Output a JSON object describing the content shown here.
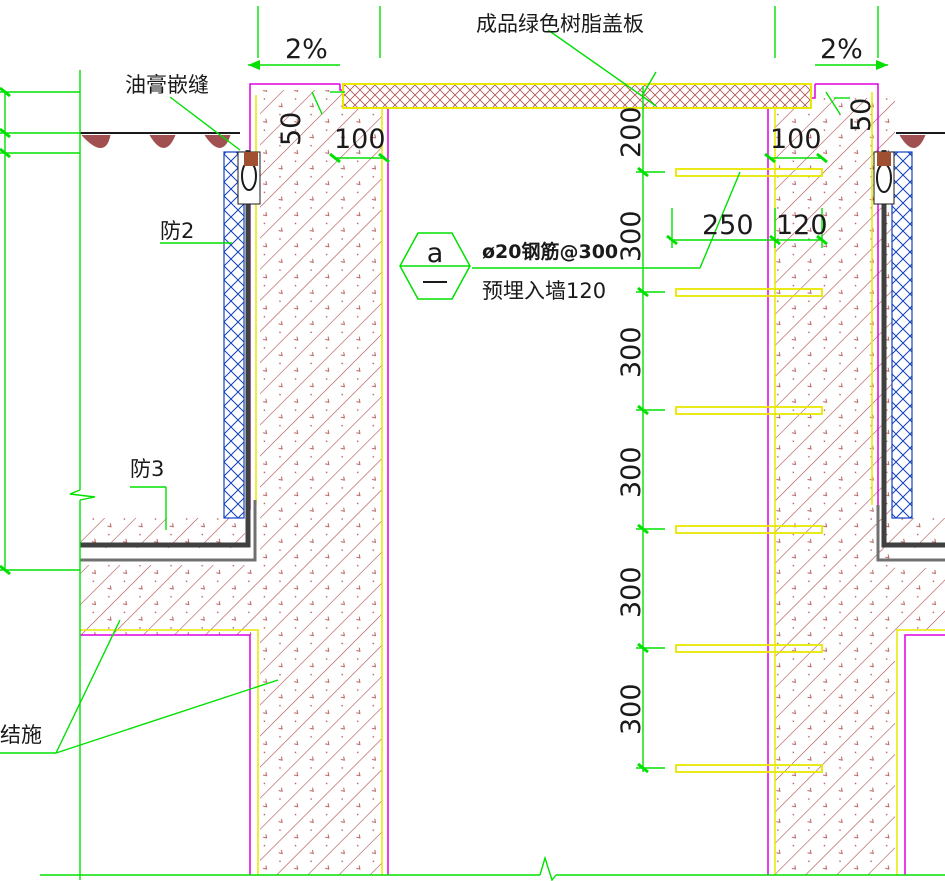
{
  "labels": {
    "cover_plate": "成品绿色树脂盖板",
    "sealant": "油膏嵌缝",
    "waterproof_2": "防2",
    "waterproof_3": "防3",
    "structure": "结施",
    "rebar_spec": "ø20钢筋@300",
    "embed_spec": "预埋入墙120",
    "section_mark": "a"
  },
  "dimensions": {
    "slope_left": "2%",
    "slope_right": "2%",
    "d50_left": "50",
    "d50_right": "50",
    "d100_left": "100",
    "d100_right": "100",
    "d200": "200",
    "d300_1": "300",
    "d300_2": "300",
    "d300_3": "300",
    "d300_4": "300",
    "d300_5": "300",
    "d250": "250",
    "d120": "120"
  },
  "colors": {
    "dimension_line": "#00e000",
    "concrete_hatch": "#b05050",
    "finish_outline": "#e000e0",
    "rebar": "#e8e800",
    "waterproof_layer": "#1040c0",
    "sealant_fill": "#a05030"
  }
}
